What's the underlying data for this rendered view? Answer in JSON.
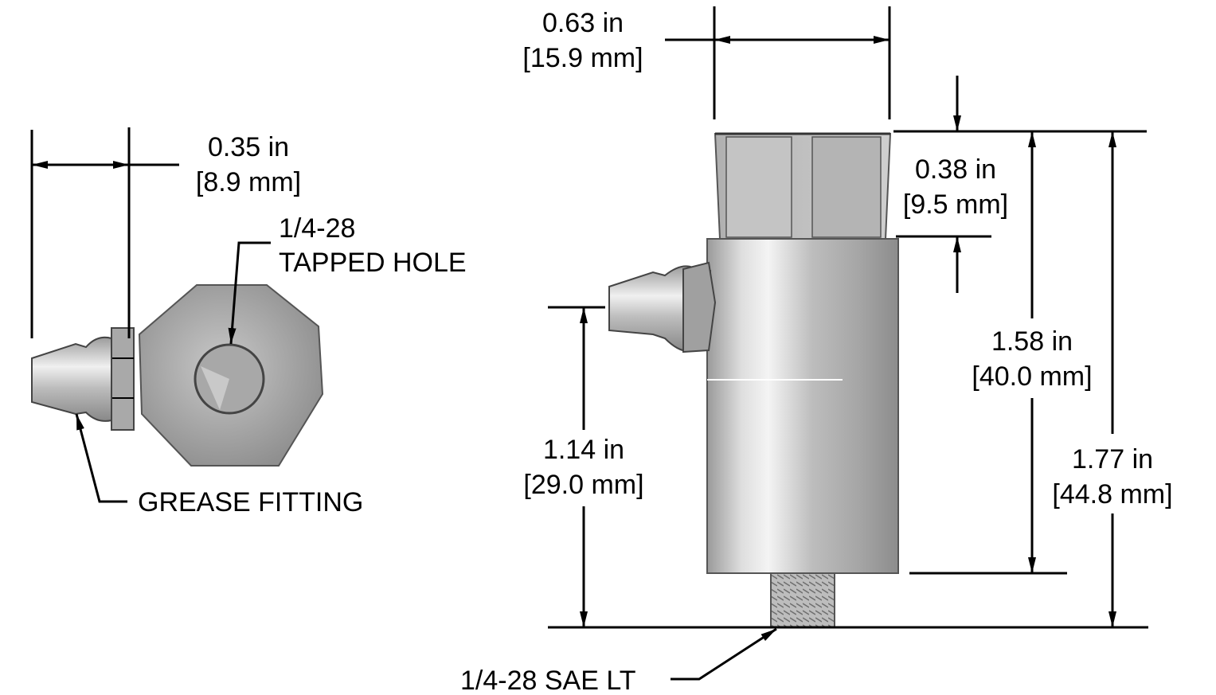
{
  "dimensions": {
    "width_hex": {
      "inch": "0.63 in",
      "mm": "[15.9 mm]"
    },
    "fitting_offset": {
      "inch": "0.35 in",
      "mm": "[8.9 mm]"
    },
    "head_height": {
      "inch": "0.38 in",
      "mm": "[9.5 mm]"
    },
    "body_height": {
      "inch": "1.58 in",
      "mm": "[40.0 mm]"
    },
    "total_height": {
      "inch": "1.77 in",
      "mm": "[44.8 mm]"
    },
    "fitting_height": {
      "inch": "1.14 in",
      "mm": "[29.0 mm]"
    }
  },
  "callouts": {
    "tapped_hole": {
      "line1": "1/4-28",
      "line2": "TAPPED HOLE"
    },
    "grease_fitting": "GREASE FITTING",
    "thread": "1/4-28 SAE LT"
  },
  "colors": {
    "metal_dark": "#8a8a8a",
    "metal_light": "#e6e6e6",
    "line": "#000000"
  }
}
